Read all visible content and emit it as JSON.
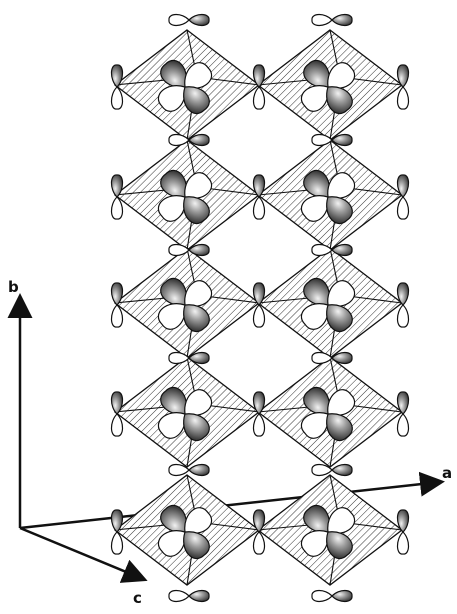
{
  "axes": {
    "a_label": "a",
    "b_label": "b",
    "c_label": "c"
  },
  "structure": {
    "columns": 2,
    "rows": 5,
    "unit": "octahedron",
    "orbital_lobe_dark": "#8a8a8a",
    "orbital_lobe_light": "#ffffff",
    "outline": "#111111",
    "hatch": "#333333"
  }
}
